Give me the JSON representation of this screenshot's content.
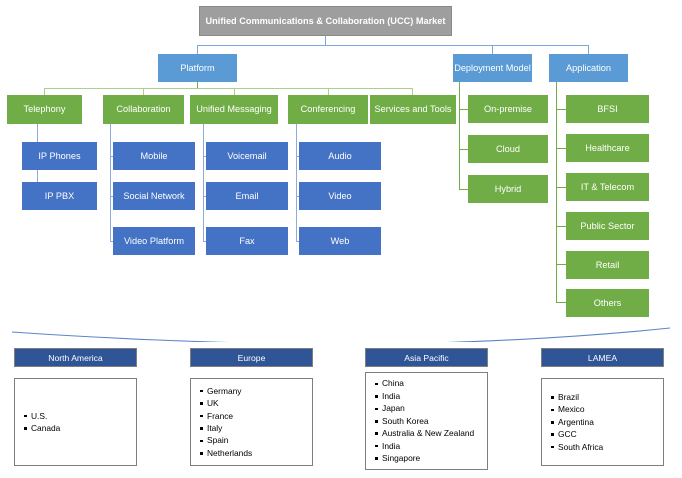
{
  "diagram": {
    "root": {
      "label": "Unified Communications & Collaboration (UCC) Market"
    },
    "categories": [
      {
        "label": "Platform"
      },
      {
        "label": "Deployment Model"
      },
      {
        "label": "Application"
      }
    ],
    "platform_sub": [
      {
        "label": "Telephony"
      },
      {
        "label": "Collaboration"
      },
      {
        "label": "Unified Messaging"
      },
      {
        "label": "Conferencing"
      },
      {
        "label": "Services and Tools"
      }
    ],
    "telephony_leaves": [
      {
        "label": "IP Phones"
      },
      {
        "label": "IP PBX"
      }
    ],
    "collaboration_leaves": [
      {
        "label": "Mobile"
      },
      {
        "label": "Social Network"
      },
      {
        "label": "Video Platform"
      }
    ],
    "messaging_leaves": [
      {
        "label": "Voicemail"
      },
      {
        "label": "Email"
      },
      {
        "label": "Fax"
      }
    ],
    "conferencing_leaves": [
      {
        "label": "Audio"
      },
      {
        "label": "Video"
      },
      {
        "label": "Web"
      }
    ],
    "deployment_sub": [
      {
        "label": "On-premise"
      },
      {
        "label": "Cloud"
      },
      {
        "label": "Hybrid"
      }
    ],
    "application_sub": [
      {
        "label": "BFSI"
      },
      {
        "label": "Healthcare"
      },
      {
        "label": "IT & Telecom"
      },
      {
        "label": "Public Sector"
      },
      {
        "label": "Retail"
      },
      {
        "label": "Others"
      }
    ]
  },
  "regions": [
    {
      "name": "North America",
      "countries": [
        "U.S.",
        "Canada"
      ]
    },
    {
      "name": "Europe",
      "countries": [
        "Germany",
        "UK",
        "France",
        "Italy",
        "Spain",
        "Netherlands"
      ]
    },
    {
      "name": "Asia Pacific",
      "countries": [
        "China",
        "India",
        "Japan",
        "South Korea",
        "Australia & New Zealand",
        "India",
        "Singapore"
      ]
    },
    {
      "name": "LAMEA",
      "countries": [
        "Brazil",
        "Mexico",
        "Argentina",
        "GCC",
        "South Africa"
      ]
    }
  ],
  "colors": {
    "root_gray": "#9E9E9E",
    "category_blue": "#5B9BD5",
    "sub_green": "#70AD47",
    "leaf_blue": "#4472C4",
    "region_navy": "#2F5597",
    "connector_blue": "#8FAADC",
    "connector_green": "#A9D18E"
  }
}
